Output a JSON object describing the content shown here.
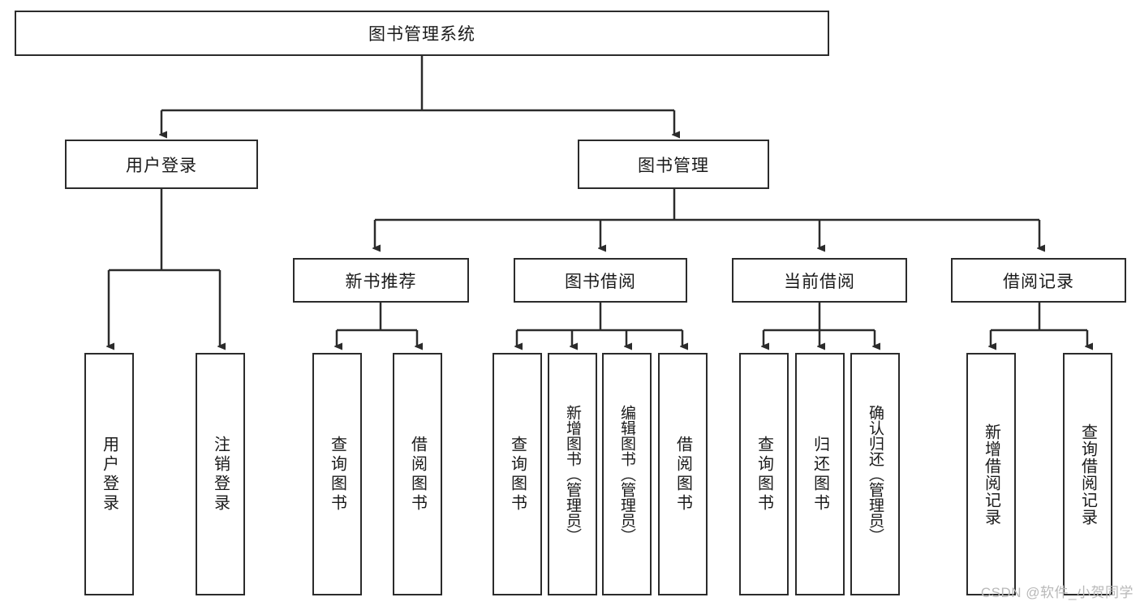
{
  "diagram": {
    "title": "图书管理系统",
    "type": "hierarchy-tree",
    "root": {
      "label": "图书管理系统"
    },
    "level2": [
      {
        "label": "用户登录"
      },
      {
        "label": "图书管理"
      }
    ],
    "level3": [
      {
        "label": "新书推荐",
        "parent": "图书管理"
      },
      {
        "label": "图书借阅",
        "parent": "图书管理"
      },
      {
        "label": "当前借阅",
        "parent": "图书管理"
      },
      {
        "label": "借阅记录",
        "parent": "图书管理"
      }
    ],
    "leaves": {
      "user_login": [
        {
          "label": "用户登录"
        },
        {
          "label": "注销登录"
        }
      ],
      "new_book_recommend": [
        {
          "label": "查询图书"
        },
        {
          "label": "借阅图书"
        }
      ],
      "book_borrow": [
        {
          "label": "查询图书"
        },
        {
          "label": "新增图书（管理员）"
        },
        {
          "label": "编辑图书（管理员）"
        },
        {
          "label": "借阅图书"
        }
      ],
      "current_borrow": [
        {
          "label": "查询图书"
        },
        {
          "label": "归还图书"
        },
        {
          "label": "确认归还（管理员）"
        }
      ],
      "borrow_record": [
        {
          "label": "新增借阅记录"
        },
        {
          "label": "查询借阅记录"
        }
      ]
    }
  },
  "watermark": {
    "text": "CSDN @软件_小贺同学"
  },
  "colors": {
    "stroke": "#2b2b2b",
    "background": "#ffffff",
    "text": "#1a1a1a",
    "watermark": "#b8b8b8"
  }
}
